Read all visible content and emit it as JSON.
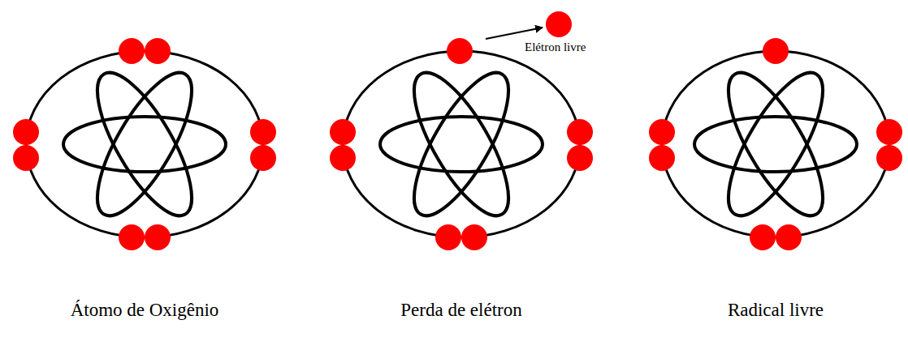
{
  "diagram": {
    "labels": [
      "Elétron livre",
      "Átomo de Oxigênio",
      "Perda de elétron",
      "Radical livre"
    ]
  }
}
